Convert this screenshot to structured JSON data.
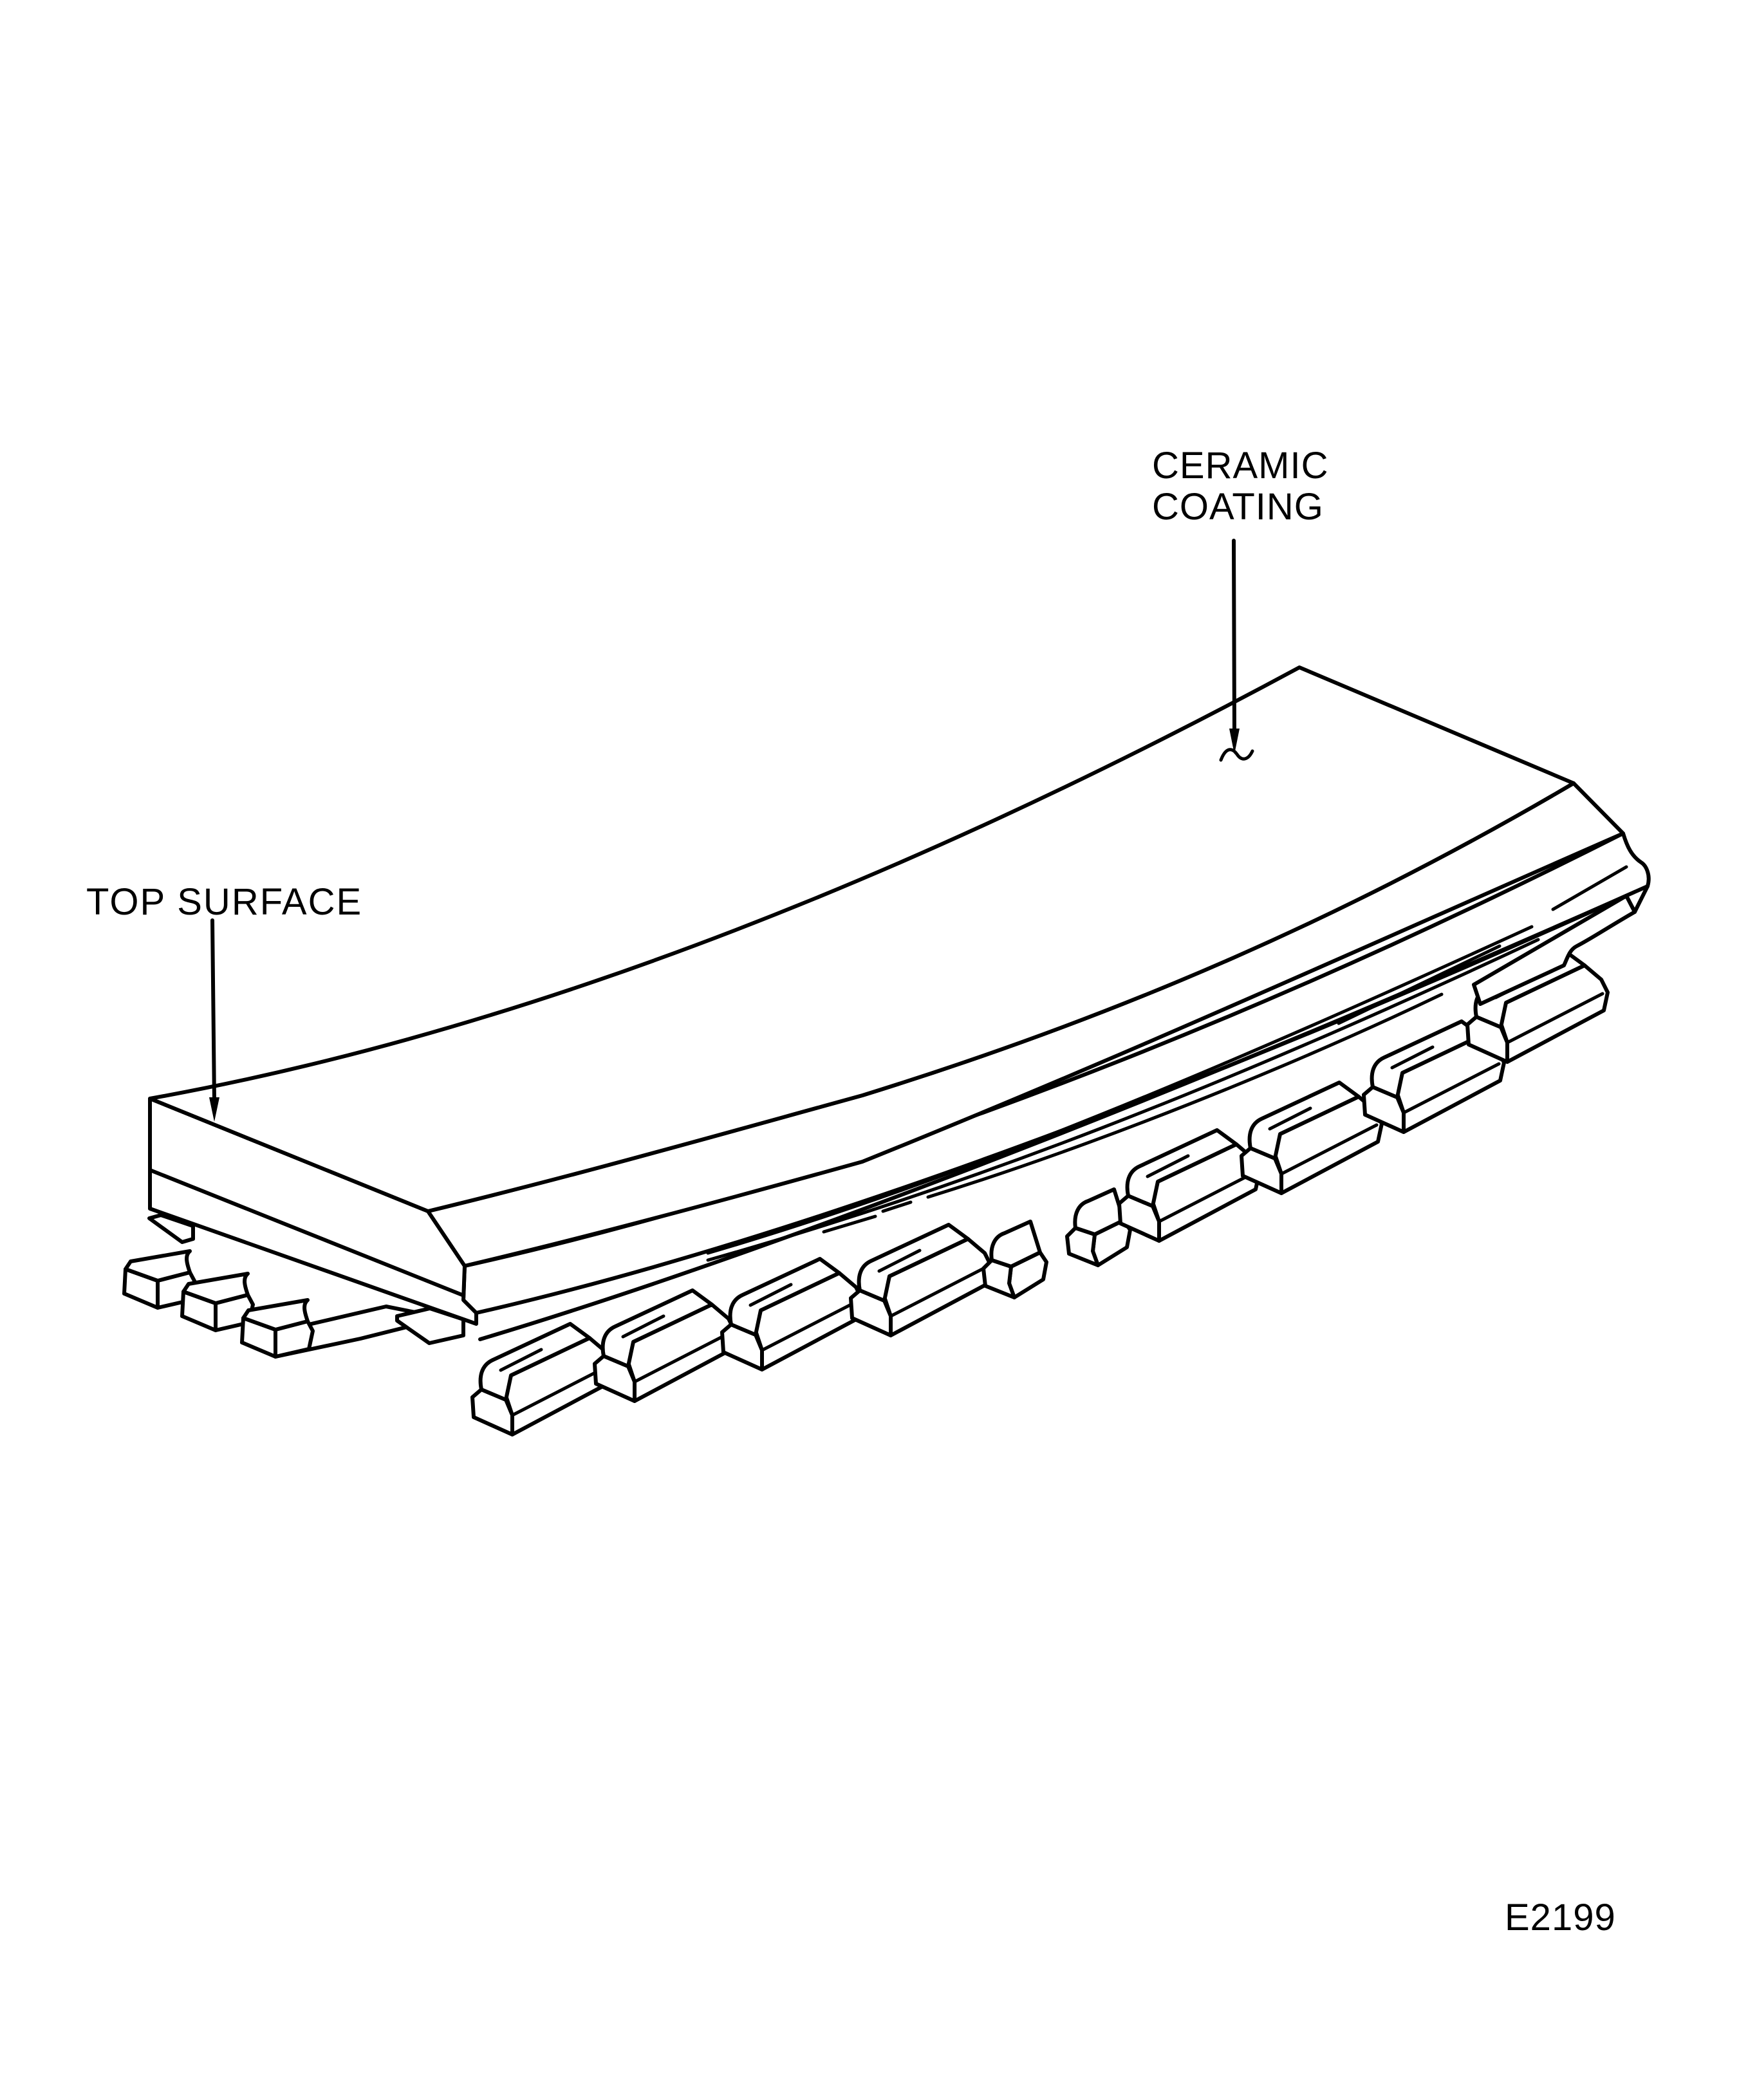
{
  "figure": {
    "id_label": "E2199",
    "subject": "Curved ceramic-coated segment with mounting feet (isometric line drawing)"
  },
  "callouts": [
    {
      "key": "ceramic",
      "line1": "CERAMIC",
      "line2": "COATING",
      "points_to": "top surface coating (tilde mark)"
    },
    {
      "key": "top",
      "text": "TOP SURFACE",
      "points_to": "top-left edge of slab"
    }
  ],
  "style": {
    "stroke_color": "#000000",
    "background": "#ffffff"
  }
}
